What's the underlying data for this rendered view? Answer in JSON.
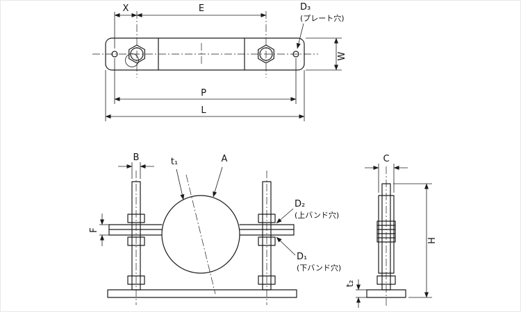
{
  "page": {
    "background": "#ffffff",
    "line_color": "#1a1a1a"
  },
  "views": {
    "top": {
      "labels": {
        "x": "X",
        "e": "E",
        "d3": "D₃",
        "d3_note": "(プレート穴)",
        "w": "W",
        "p": "P",
        "l": "L"
      }
    },
    "front": {
      "labels": {
        "b": "B",
        "t1": "t₁",
        "a": "A",
        "d2": "D₂",
        "d2_note": "(上バンド穴)",
        "d1": "D₁",
        "d1_note": "(下バンド穴)",
        "f": "F"
      }
    },
    "side": {
      "labels": {
        "c": "C",
        "h": "H",
        "t2": "t₂"
      }
    }
  }
}
